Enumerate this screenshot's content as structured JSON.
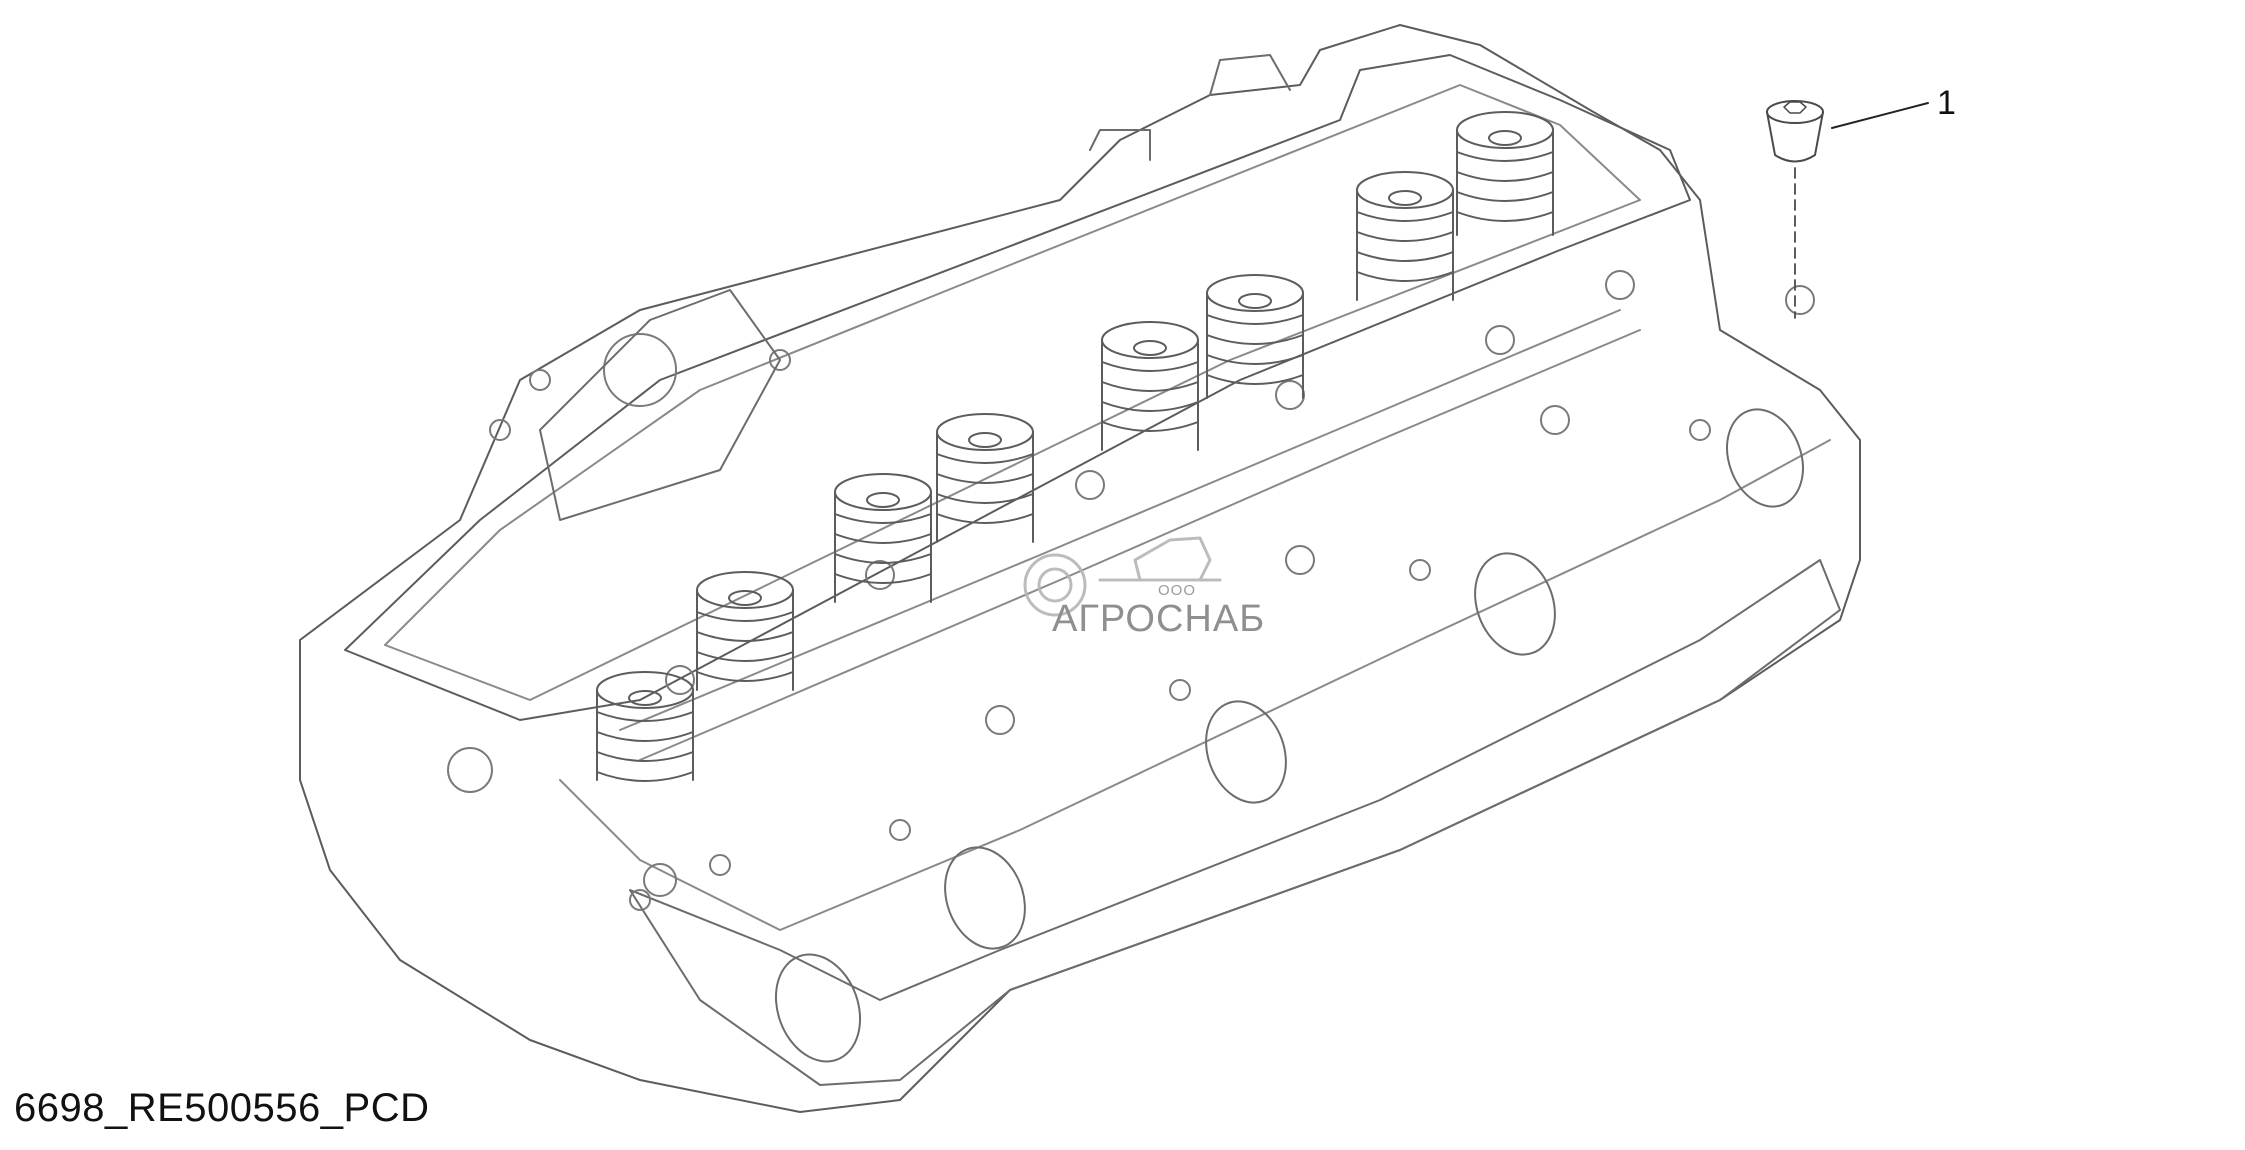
{
  "drawing": {
    "id_label": "6698_RE500556_PCD",
    "callout": "1",
    "subject": "cylinder head assembly with valve springs and plug"
  },
  "watermark": {
    "prefix": "ООО",
    "name": "АГРОСНАБ"
  },
  "colors": {
    "line": "#5c5c5c",
    "fine_line": "#8a8a8a",
    "watermark": "#b5b5b5"
  }
}
